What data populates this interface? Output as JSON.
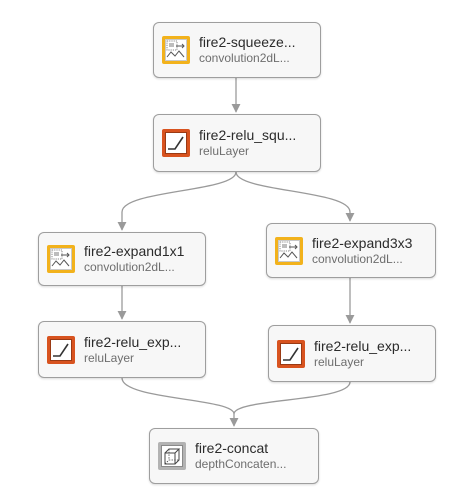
{
  "colors": {
    "conv": "#f2b21c",
    "relu": "#d8531f",
    "concat": "#b3b3b3",
    "edge": "#9a9a9a"
  },
  "nodes": [
    {
      "id": "fire2-squeeze",
      "name": "fire2-squeeze...",
      "type": "convolution2dL...",
      "icon": "convolution-icon"
    },
    {
      "id": "fire2-relu-squeeze",
      "name": "fire2-relu_squ...",
      "type": "reluLayer",
      "icon": "relu-icon"
    },
    {
      "id": "fire2-expand1x1",
      "name": "fire2-expand1x1",
      "type": "convolution2dL...",
      "icon": "convolution-icon"
    },
    {
      "id": "fire2-expand3x3",
      "name": "fire2-expand3x3",
      "type": "convolution2dL...",
      "icon": "convolution-icon"
    },
    {
      "id": "fire2-relu-expand1x1",
      "name": "fire2-relu_exp...",
      "type": "reluLayer",
      "icon": "relu-icon"
    },
    {
      "id": "fire2-relu-expand3x3",
      "name": "fire2-relu_exp...",
      "type": "reluLayer",
      "icon": "relu-icon"
    },
    {
      "id": "fire2-concat",
      "name": "fire2-concat",
      "type": "depthConcaten...",
      "icon": "depth-concat-icon"
    }
  ]
}
